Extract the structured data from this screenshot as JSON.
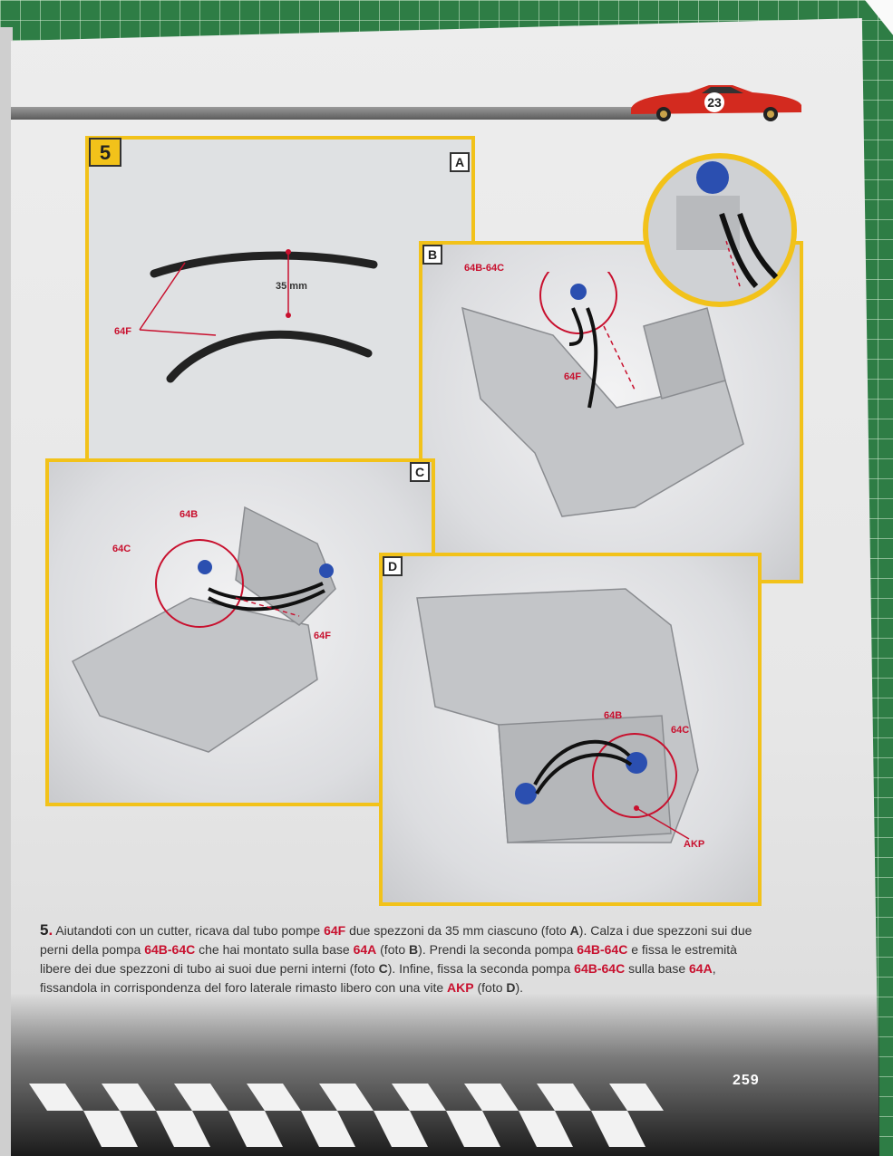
{
  "step": {
    "number": "5"
  },
  "panels": {
    "a": {
      "letter": "A"
    },
    "b": {
      "letter": "B"
    },
    "c": {
      "letter": "C"
    },
    "d": {
      "letter": "D"
    }
  },
  "callouts": {
    "a_measure": "35 mm",
    "a_part": "64F",
    "b_pump": "64B-64C",
    "b_tube": "64F",
    "c_64b": "64B",
    "c_64c": "64C",
    "c_tube": "64F",
    "d_64b": "64B",
    "d_64c": "64C",
    "d_screw": "AKP"
  },
  "instructions": {
    "num": "5",
    "dot": ".",
    "t1": " Aiutandoti con un cutter, ricava dal tubo pompe ",
    "r1": "64F",
    "t2": " due spezzoni da 35 mm ciascuno (foto ",
    "b1": "A",
    "t3": "). Calza i due spezzoni sui due perni della pompa ",
    "r2": "64B-64C",
    "t4": " che hai montato sulla base ",
    "r3": "64A",
    "t5": " (foto ",
    "b2": "B",
    "t6": "). Prendi la seconda pompa ",
    "r4": "64B-64C",
    "t7": " e fissa le estremità libere dei due spezzoni di tubo ai suoi due perni interni (foto ",
    "b3": "C",
    "t8": "). Infine, fissa la seconda pompa ",
    "r5": "64B-64C",
    "t9": " sulla base ",
    "r6": "64A",
    "t10": ", fissandola in corrispondenza del foro laterale rimasto libero con una vite ",
    "r7": "AKP",
    "t11": " (foto ",
    "b4": "D",
    "t12": ")."
  },
  "page_number": "259",
  "car_number": "23",
  "colors": {
    "accent_yellow": "#f2c21a",
    "callout_red": "#c8102e",
    "car_red": "#d32a1f"
  }
}
